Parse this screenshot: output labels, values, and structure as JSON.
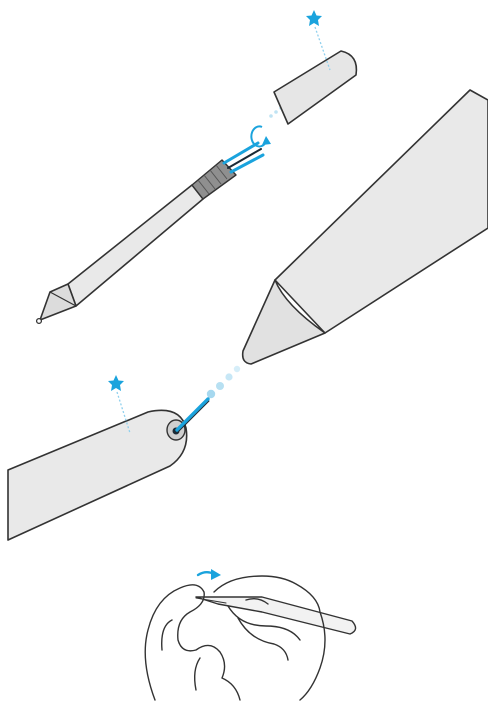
{
  "diagram": {
    "kind": "pen nib / refill replacement instructions (no printed text)",
    "steps": [
      {
        "id": "unscrew-cap",
        "marker": "star-icon",
        "icon": "rotate-arrow-icon"
      },
      {
        "id": "insert-refill",
        "marker": "star-icon"
      },
      {
        "id": "pull-nib-with-fingers",
        "icon": "arrow-right-icon"
      }
    ],
    "colors": {
      "line": "#333333",
      "body_fill": "#e9e9e9",
      "cap_fill": "#e6e6e6",
      "grip_fill": "#8f8f8f",
      "accent": "#1aa3dd",
      "accent_light": "#bfe3f3"
    }
  }
}
